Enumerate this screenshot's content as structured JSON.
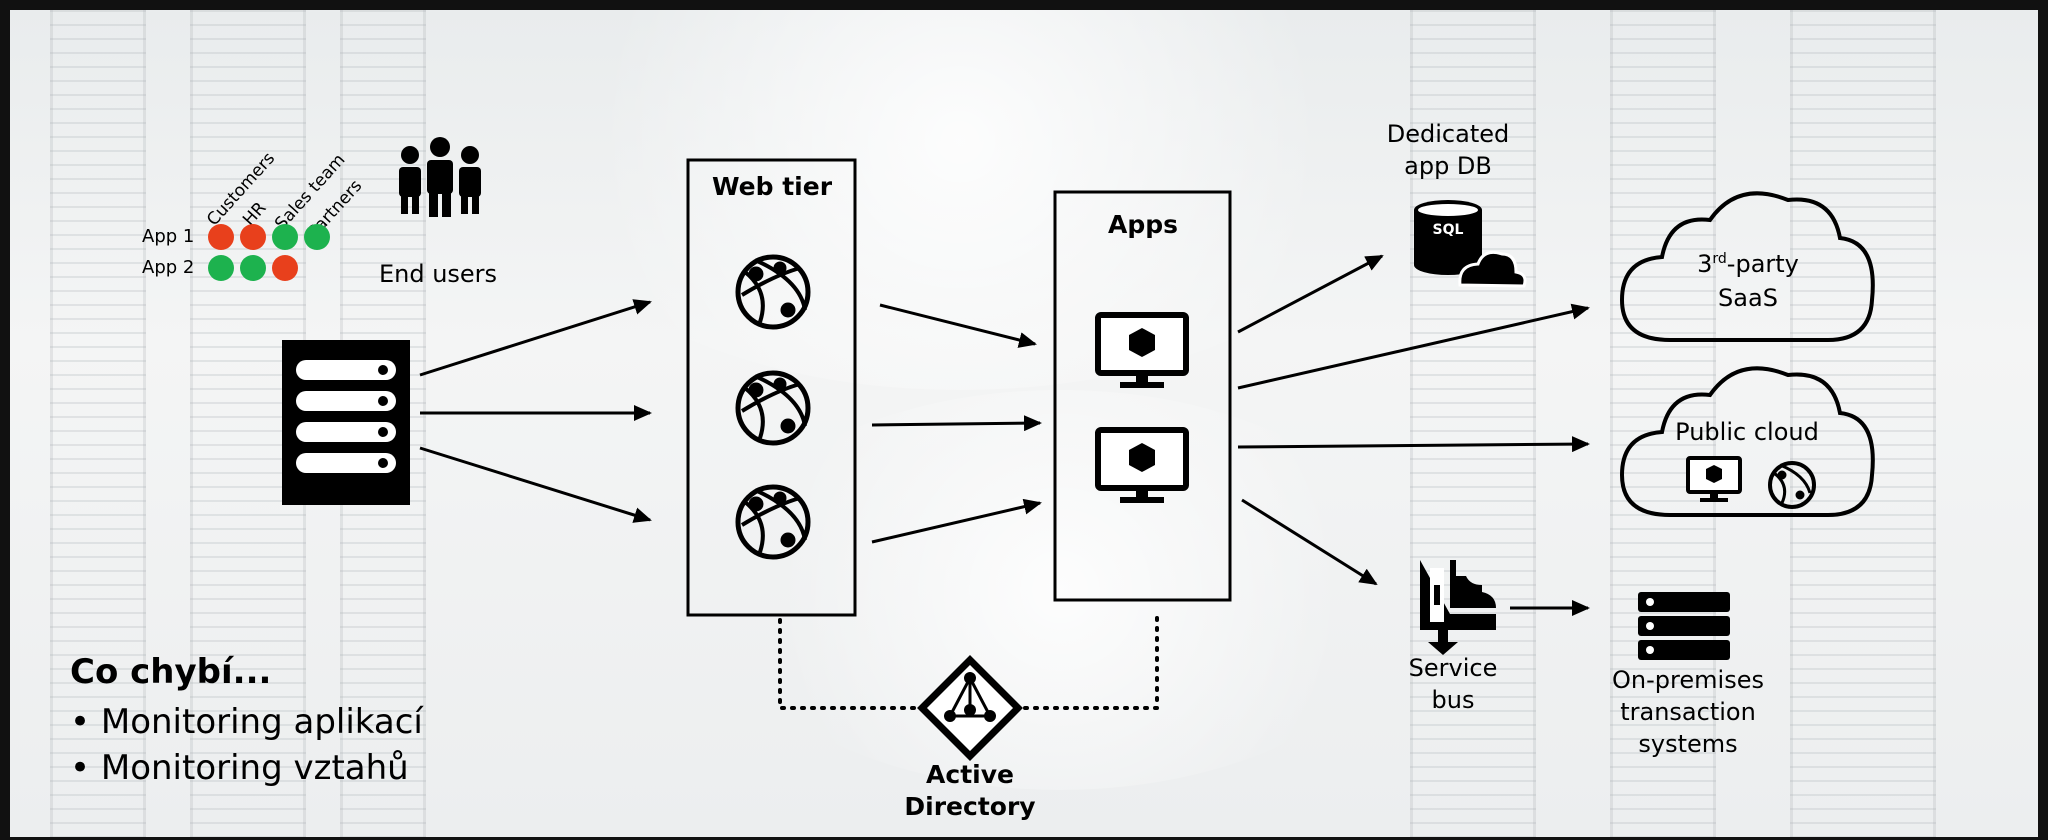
{
  "users": {
    "rows": [
      {
        "label": "App 1",
        "status": [
          "red",
          "red",
          "green",
          "green"
        ]
      },
      {
        "label": "App 2",
        "status": [
          "green",
          "green",
          "red"
        ]
      }
    ],
    "groups": [
      "Customers",
      "HR",
      "Sales team",
      "Partners"
    ],
    "end_users_label": "End users"
  },
  "nodes": {
    "web_tier": "Web tier",
    "apps": "Apps",
    "dedicated_db": [
      "Dedicated",
      "app DB"
    ],
    "sql_badge": "SQL",
    "saas_sup": "rd",
    "saas_pre": "3",
    "saas_post": "-party",
    "saas_line2": "SaaS",
    "public_cloud": "Public cloud",
    "service_bus": [
      "Service",
      "bus"
    ],
    "on_prem": [
      "On-premises",
      "transaction",
      "systems"
    ],
    "active_directory": [
      "Active",
      "Directory"
    ]
  },
  "missing": {
    "title": "Co chybí...",
    "items": [
      "• Monitoring aplikací",
      "• Monitoring vztahů"
    ]
  },
  "colors": {
    "status_red": "#e8401c",
    "status_green": "#1db24e",
    "ink": "#000000"
  }
}
